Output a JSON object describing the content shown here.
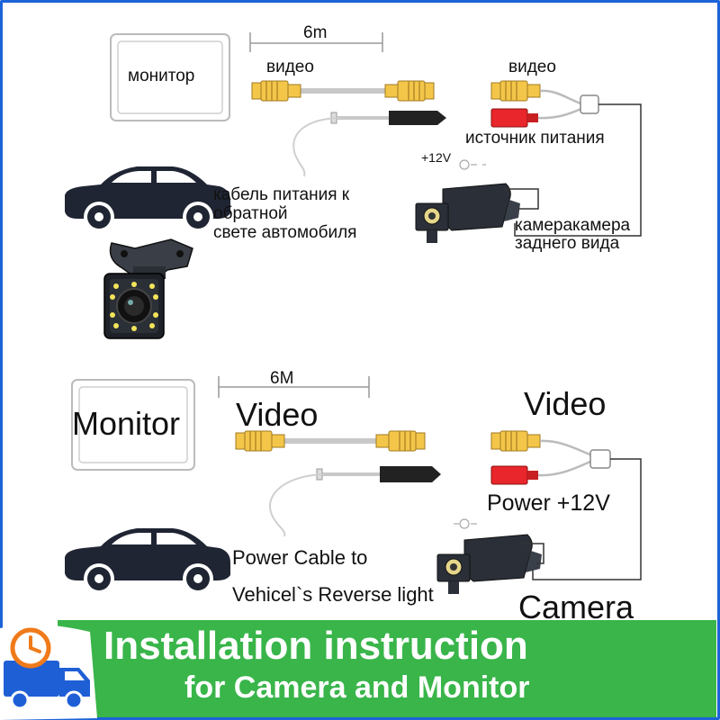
{
  "top_diagram": {
    "monitor_label": "монитор",
    "length_label": "6m",
    "video_label_left": "видео",
    "video_label_right": "видео",
    "power_source_label": "источник питания",
    "plus12v_label": "+12V",
    "power_cable_line1": "кабель питания к",
    "power_cable_line2": "обратной",
    "power_cable_line3": "свете автомобиля",
    "camera_line1": "камеракамера",
    "camera_line2": "заднего вида"
  },
  "bottom_diagram": {
    "monitor_label": "Monitor",
    "length_label": "6M",
    "video_label_left": "Video",
    "video_label_right": "Video",
    "power_label": "Power +12V",
    "power_cable_line1": "Power Cable to",
    "power_cable_line2": "Vehicel`s Reverse light",
    "camera_label": "Camera"
  },
  "banner": {
    "title": "Installation instruction",
    "subtitle": "for Camera and Monitor"
  },
  "colors": {
    "frame": "#1c63d8",
    "banner": "#39b54a",
    "connector_yellow": "#f3c64a",
    "connector_red": "#e8262b",
    "car_dark": "#1f2533",
    "badge_blue": "#1f5fd6",
    "badge_orange": "#f07a1a"
  },
  "icons": [
    "monitor-icon",
    "car-icon",
    "rear-camera-icon",
    "delivery-truck-icon",
    "clock-icon"
  ]
}
